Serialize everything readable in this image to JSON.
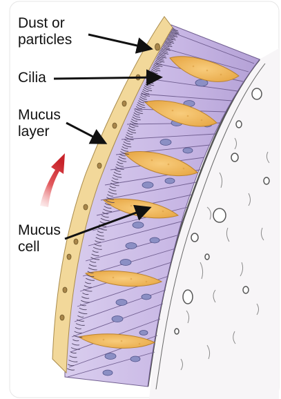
{
  "labels": {
    "dust_line1": "Dust or",
    "dust_line2": "particles",
    "cilia": "Cilia",
    "mucus_layer_line1": "Mucus",
    "mucus_layer_line2": "layer",
    "mucus_cell_line1": "Mucus",
    "mucus_cell_line2": "cell"
  },
  "colors": {
    "mucus_layer": "#f2d89a",
    "cell_body": "#cdbde6",
    "cell_body_dark": "#b7a3d9",
    "nucleus": "#8b8fc4",
    "goblet_cell": "#f0b862",
    "tissue": "#f7f5f7",
    "flow_arrow": "#d8343a"
  }
}
